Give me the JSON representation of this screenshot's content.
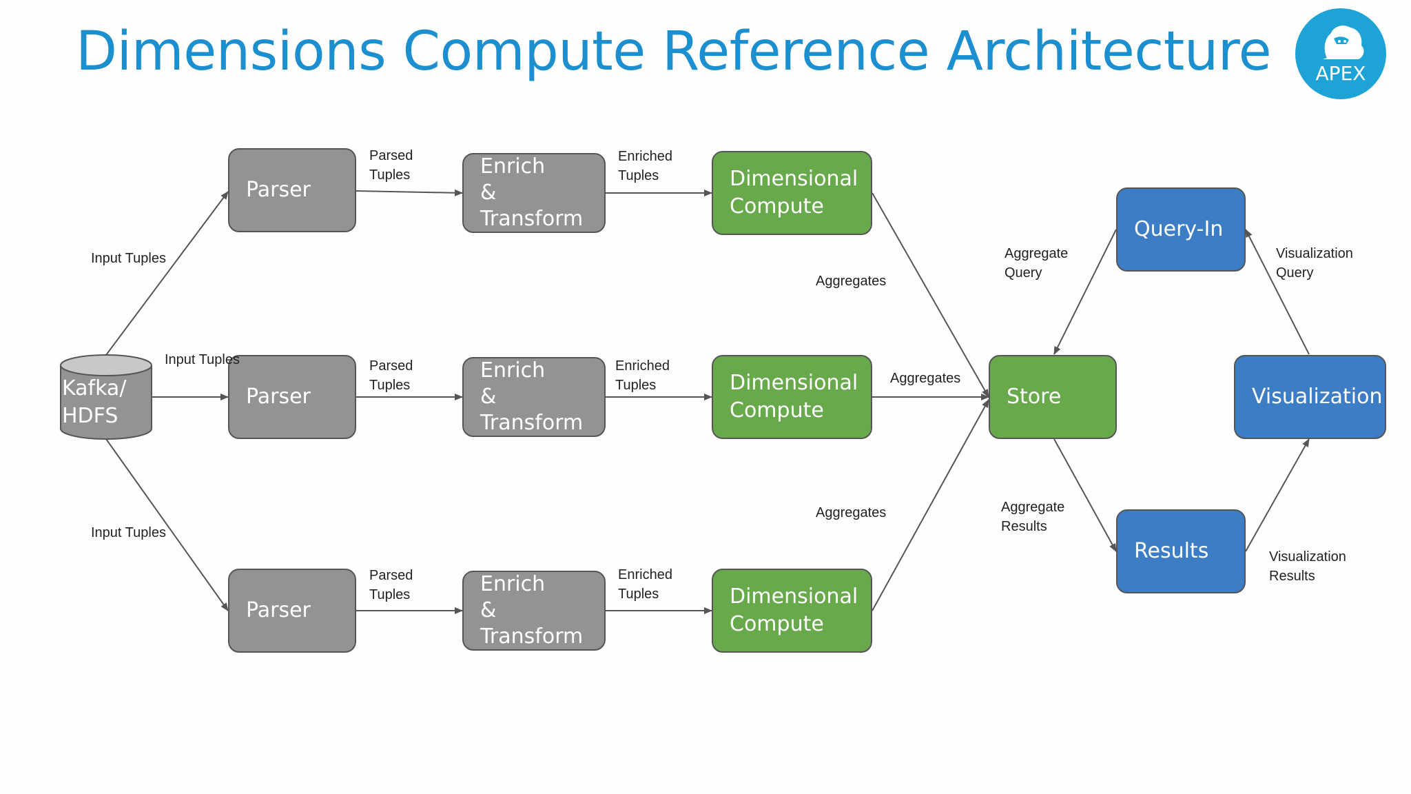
{
  "title": "Dimensions Compute Reference Architecture",
  "logo": {
    "text": "APEX",
    "icon": "apex-gorilla-logo"
  },
  "source": {
    "line1": "Kafka/",
    "line2": "HDFS"
  },
  "nodes": {
    "parser": "Parser",
    "enrich_line1": "Enrich",
    "enrich_line2": "&",
    "enrich_line3": "Transform",
    "dimensional_line1": "Dimensional",
    "dimensional_line2": "Compute",
    "store": "Store",
    "query_in": "Query-In",
    "visualization": "Visualization",
    "results": "Results"
  },
  "edge_labels": {
    "input_tuples": "Input Tuples",
    "parsed_line1": "Parsed",
    "parsed_line2": "Tuples",
    "enriched_line1": "Enriched",
    "enriched_line2": "Tuples",
    "aggregates": "Aggregates",
    "aggregate_query_line1": "Aggregate",
    "aggregate_query_line2": "Query",
    "visualization_query_line1": "Visualization",
    "visualization_query_line2": "Query",
    "aggregate_results_line1": "Aggregate",
    "aggregate_results_line2": "Results",
    "visualization_results_line1": "Visualization",
    "visualization_results_line2": "Results"
  },
  "colors": {
    "title": "#1b8fcf",
    "processing_node": "#939295",
    "compute_node": "#67a94b",
    "client_node": "#3c7dc5",
    "logo": "#1ea3d6"
  }
}
